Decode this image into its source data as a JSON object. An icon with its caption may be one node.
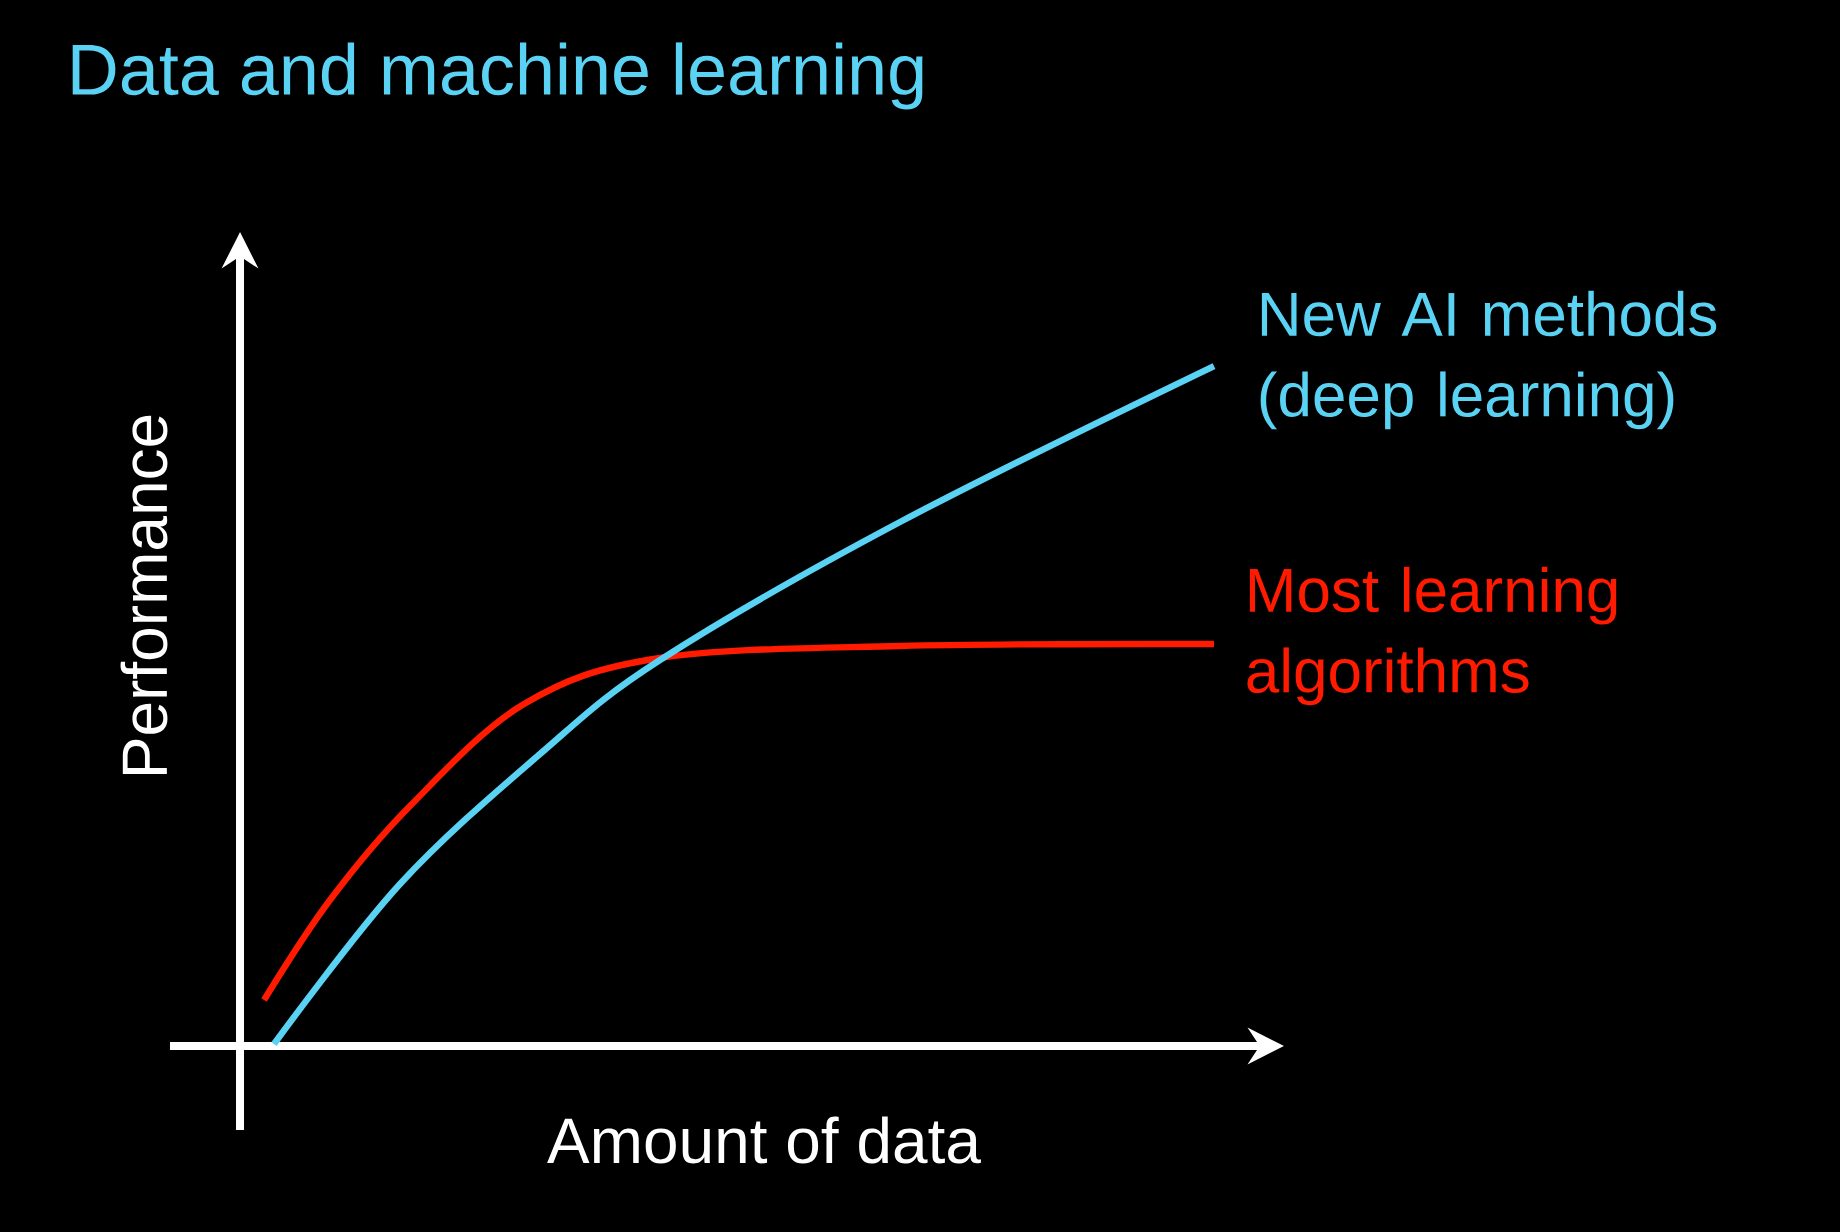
{
  "diagram": {
    "title": "Data and machine learning",
    "labels": [
      "Performance",
      "New AI methods (deep learning)",
      "Most learning algorithms",
      "Amount of data"
    ]
  }
}
